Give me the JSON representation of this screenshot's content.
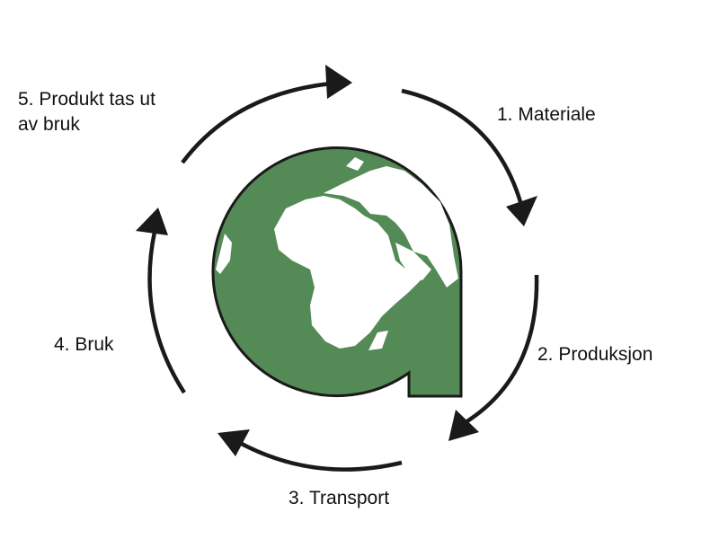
{
  "diagram": {
    "colors": {
      "globe": "#548a55",
      "outline": "#1a1a1a",
      "land": "#ffffff"
    },
    "steps": [
      {
        "label": "1.   Materiale"
      },
      {
        "label": "2. Produksjon"
      },
      {
        "label": "3. Transport"
      },
      {
        "label": "4. Bruk"
      },
      {
        "label_line1": "5. Produkt tas ut",
        "label_line2": "av bruk"
      }
    ]
  }
}
